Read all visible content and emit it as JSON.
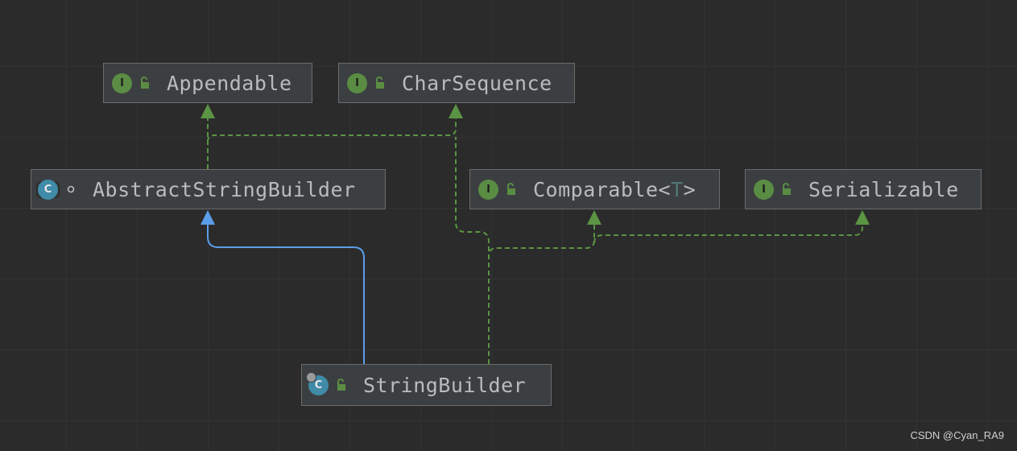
{
  "diagram": {
    "nodes": [
      {
        "id": "appendable",
        "label": "Appendable",
        "kind": "interface",
        "kind_glyph": "I",
        "visibility": "public"
      },
      {
        "id": "charsequence",
        "label": "CharSequence",
        "kind": "interface",
        "kind_glyph": "I",
        "visibility": "public"
      },
      {
        "id": "abstractstringbuilder",
        "label": "AbstractStringBuilder",
        "kind": "abstract-class",
        "kind_glyph": "C",
        "visibility": "package-private"
      },
      {
        "id": "comparable",
        "label": "Comparable",
        "generic_open": "<",
        "generic_param": "T",
        "generic_close": ">",
        "kind": "interface",
        "kind_glyph": "I",
        "visibility": "public"
      },
      {
        "id": "serializable",
        "label": "Serializable",
        "kind": "interface",
        "kind_glyph": "I",
        "visibility": "public"
      },
      {
        "id": "stringbuilder",
        "label": "StringBuilder",
        "kind": "final-class",
        "kind_glyph": "C",
        "visibility": "public"
      }
    ],
    "edges": [
      {
        "from": "abstractstringbuilder",
        "to": "appendable",
        "type": "implements"
      },
      {
        "from": "abstractstringbuilder",
        "to": "charsequence",
        "type": "implements"
      },
      {
        "from": "stringbuilder",
        "to": "abstractstringbuilder",
        "type": "extends"
      },
      {
        "from": "stringbuilder",
        "to": "charsequence",
        "type": "implements"
      },
      {
        "from": "stringbuilder",
        "to": "comparable",
        "type": "implements"
      },
      {
        "from": "stringbuilder",
        "to": "serializable",
        "type": "implements"
      }
    ]
  },
  "colors": {
    "background": "#2b2b2b",
    "node_fill": "#3c3f41",
    "node_border": "#6b6b6b",
    "text": "#bbbbbb",
    "interface_icon": "#5a8d43",
    "class_icon": "#3f8ba8",
    "implements_edge": "#5a9544",
    "extends_edge": "#5b9ee8"
  },
  "watermark": "CSDN @Cyan_RA9"
}
